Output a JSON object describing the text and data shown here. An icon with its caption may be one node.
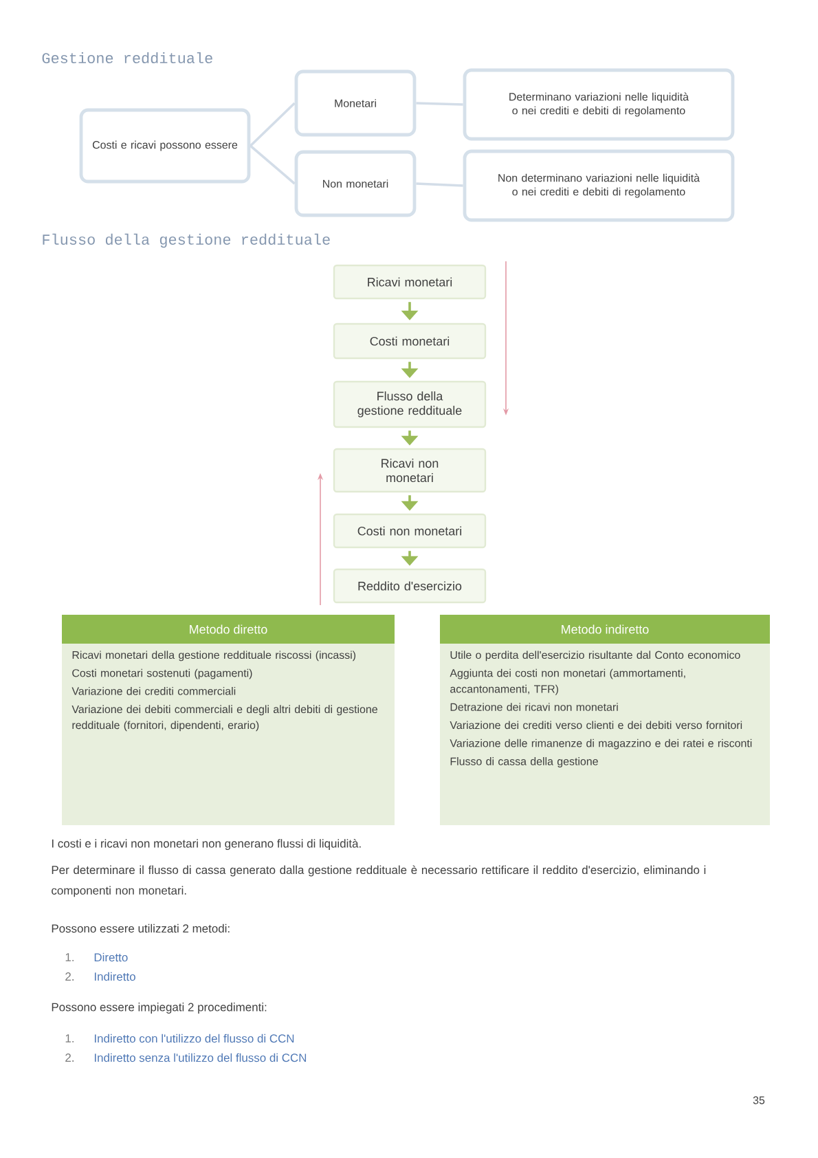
{
  "diagram": {
    "title": "Gestione reddituale",
    "nodes": [
      {
        "text": [
          "Costi e ricavi possono essere"
        ]
      },
      {
        "text": [
          "Monetari"
        ]
      },
      {
        "text": [
          "Non monetari"
        ]
      },
      {
        "text": [
          "Determinano variazioni nelle liquidità o nei crediti e debiti di regolamento"
        ]
      },
      {
        "text": [
          "Non determinano variazioni nelle liquidità o nei crediti e debiti di regolamento"
        ]
      },
      {
        "text": [
          "Ricavi monetari"
        ]
      },
      {
        "text": [
          "Costi monetari"
        ]
      },
      {
        "text": [
          "Flusso della gestione reddituale"
        ]
      },
      {
        "text": [
          "Ricavi non monetari"
        ]
      },
      {
        "text": [
          "Costi non monetari"
        ]
      },
      {
        "text": [
          "Reddito d'esercizio"
        ]
      },
      {
        "text": [
          "Metodo diretto",
          "Ricavi monetari della gestione reddituale riscossi (incassi)",
          "Costi monetari sostenuti (pagamenti)",
          "Variazione dei crediti commerciali",
          "Variazione dei debiti commerciali e degli altri debiti di gestione reddituale (fornitori, dipendenti, erario)"
        ]
      },
      {
        "text": [
          "Metodo indiretto",
          "Utile o perdita dell'esercizio risultante dal Conto economico",
          "Aggiunta dei costi non monetari (ammortamenti, accantonamenti, TFR)",
          "Detrazione dei ricavi non monetari",
          "Variazione dei crediti verso clienti e dei debiti verso fornitori",
          "Variazione delle rimanenze di magazzino e dei ratei e risconti",
          "Flusso di cassa della gestione"
        ]
      }
    ],
    "edges": [
      {
        "from": 0,
        "to": 1,
        "arrow": "none",
        "color": "#d3dde8"
      },
      {
        "from": 0,
        "to": 2,
        "arrow": "none",
        "color": "#d3dde8"
      },
      {
        "from": 1,
        "to": 3,
        "arrow": "none",
        "color": "#d3dde8"
      },
      {
        "from": 2,
        "to": 4,
        "arrow": "none",
        "color": "#d3dde8"
      },
      {
        "from": 5,
        "to": 6,
        "arrow": "to",
        "color": "#9bbb59"
      },
      {
        "from": 6,
        "to": 7,
        "arrow": "to",
        "color": "#9bbb59"
      },
      {
        "from": 7,
        "to": 8,
        "arrow": "to",
        "color": "#9bbb59"
      },
      {
        "from": 8,
        "to": 9,
        "arrow": "to",
        "color": "#9bbb59"
      },
      {
        "from": 9,
        "to": 10,
        "arrow": "to",
        "color": "#9bbb59"
      }
    ],
    "labels": [
      "Flusso della gestione reddituale",
      "I costi e i ricavi non monetari non generano flussi di liquidità.",
      "Per determinare il flusso di cassa generato dalla gestione reddituale è necessario rettificare il reddito d'esercizio, eliminando i componenti non monetari.",
      "Possono essere utilizzati 2 metodi:",
      "1.",
      "Diretto",
      "2.",
      "Indiretto",
      "Possono essere impiegati 2 procedimenti:",
      "1.",
      "Indiretto con l'utilizzo del flusso di CCN",
      "2.",
      "Indiretto senza l'utilizzo del flusso di CCN",
      "35"
    ]
  }
}
